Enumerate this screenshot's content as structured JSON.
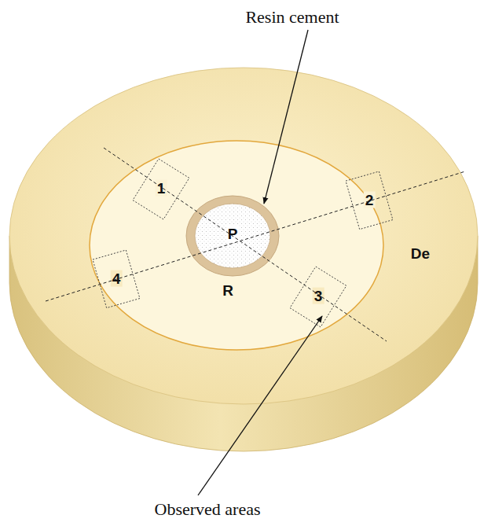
{
  "diagram": {
    "nodes": [
      {
        "text": [
          "De"
        ]
      },
      {
        "text": [
          "R"
        ],
        "in": 0
      },
      {
        "text": [
          "P"
        ],
        "in": 1
      },
      {
        "text": [
          "1"
        ],
        "in": 0
      },
      {
        "text": [
          "2"
        ],
        "in": 0
      },
      {
        "text": [
          "3"
        ],
        "in": 0
      },
      {
        "text": [
          "4"
        ],
        "in": 0
      }
    ],
    "labels": [
      "Resin cement",
      "Observed areas"
    ]
  }
}
